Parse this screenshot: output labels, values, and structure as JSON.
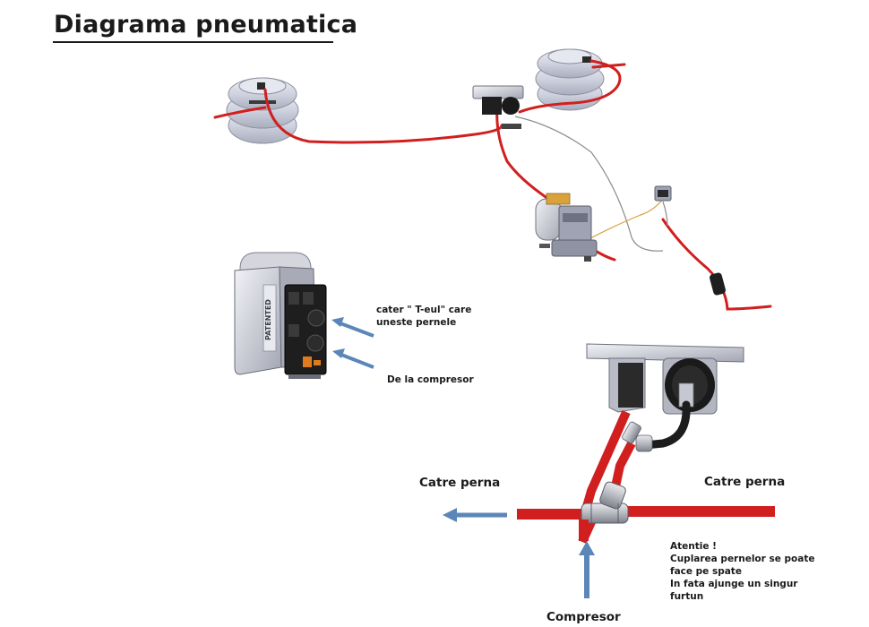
{
  "title": "Diagrama pneumatica",
  "valve_labels": {
    "to_tee_line1": "cater \" T-eul\" care",
    "to_tee_line2": "uneste pernele",
    "from_compressor": "De la compresor"
  },
  "tee_labels": {
    "left": "Catre perna",
    "right": "Catre perna",
    "bottom": "Compresor"
  },
  "note": {
    "lines": [
      "Atentie !",
      "Cuplarea pernelor se poate",
      "face pe spate",
      "In fata ajunge un singur",
      "furtun"
    ]
  },
  "colors": {
    "hose": "#d11f1f",
    "arrow": "#5b86b8",
    "bag": "#d7d9e6",
    "metal": "#c9cbd4",
    "dark": "#1d1d1d"
  }
}
